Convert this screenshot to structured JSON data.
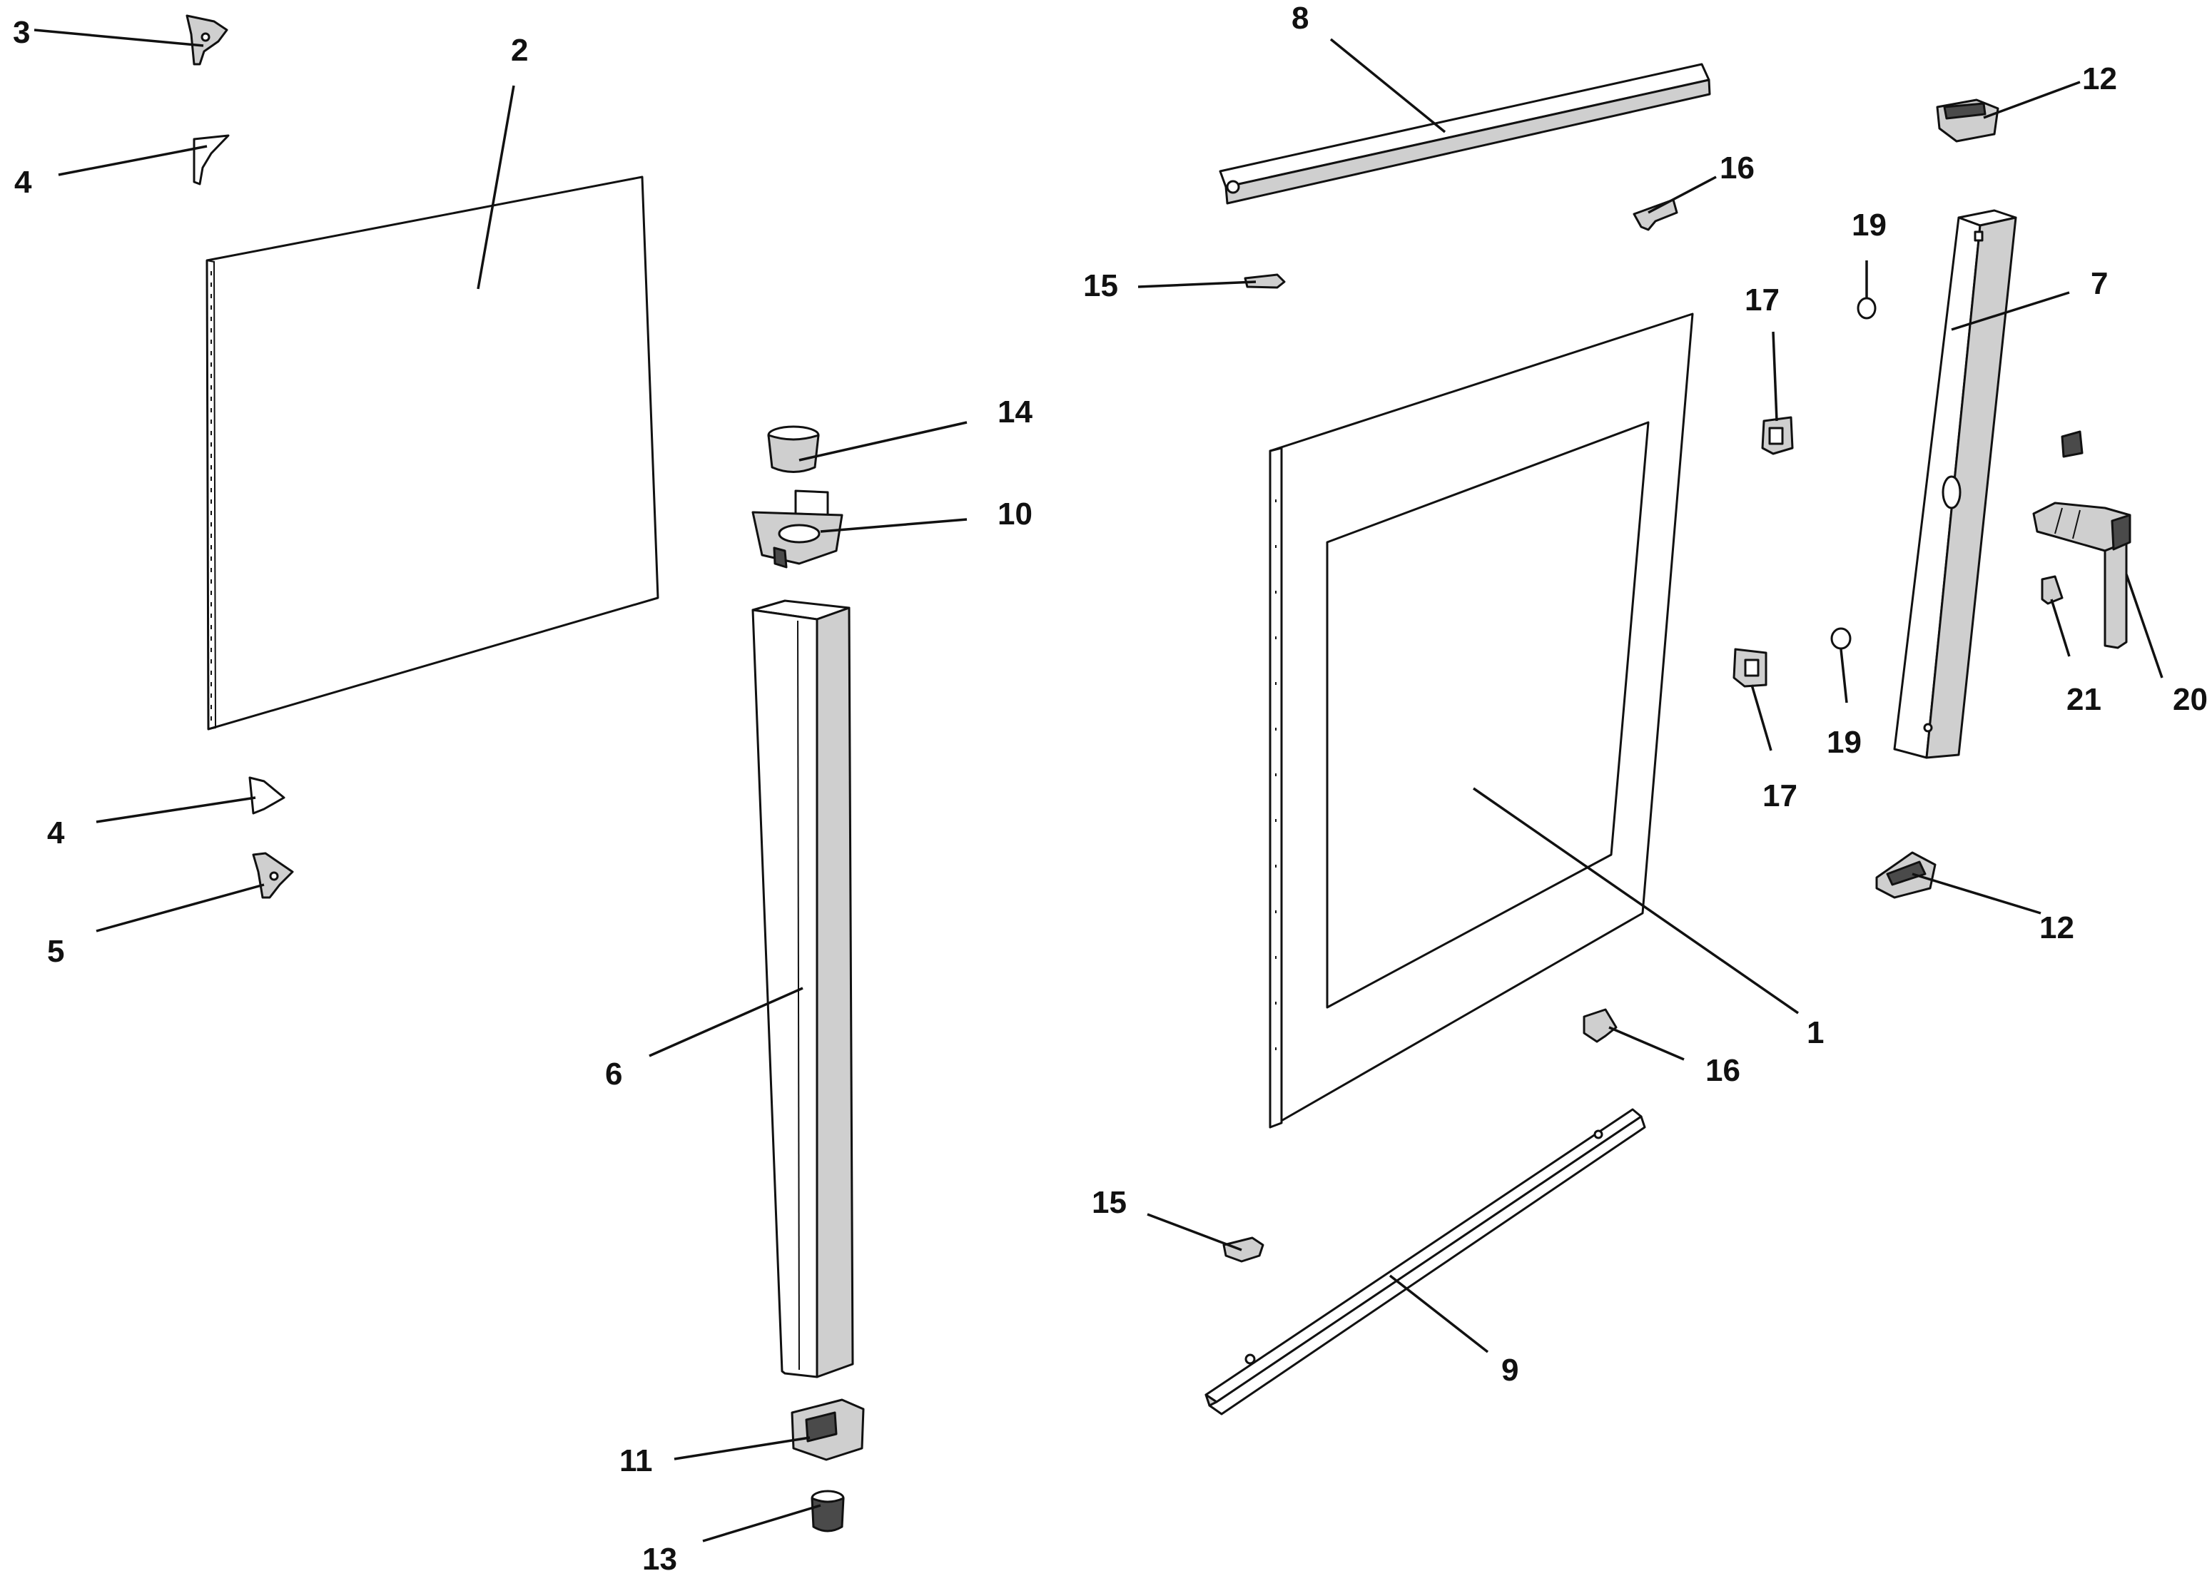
{
  "callouts": [
    {
      "id": "c3",
      "text": "3"
    },
    {
      "id": "c2",
      "text": "2"
    },
    {
      "id": "c4a",
      "text": "4"
    },
    {
      "id": "c4b",
      "text": "4"
    },
    {
      "id": "c5",
      "text": "5"
    },
    {
      "id": "c6",
      "text": "6"
    },
    {
      "id": "c14",
      "text": "14"
    },
    {
      "id": "c10",
      "text": "10"
    },
    {
      "id": "c11",
      "text": "11"
    },
    {
      "id": "c13",
      "text": "13"
    },
    {
      "id": "c8",
      "text": "8"
    },
    {
      "id": "c16a",
      "text": "16"
    },
    {
      "id": "c15a",
      "text": "15"
    },
    {
      "id": "c17a",
      "text": "17"
    },
    {
      "id": "c17b",
      "text": "17"
    },
    {
      "id": "c19a",
      "text": "19"
    },
    {
      "id": "c19b",
      "text": "19"
    },
    {
      "id": "c12a",
      "text": "12"
    },
    {
      "id": "c12b",
      "text": "12"
    },
    {
      "id": "c7",
      "text": "7"
    },
    {
      "id": "c20",
      "text": "20"
    },
    {
      "id": "c21",
      "text": "21"
    },
    {
      "id": "c1",
      "text": "1"
    },
    {
      "id": "c16b",
      "text": "16"
    },
    {
      "id": "c15b",
      "text": "15"
    },
    {
      "id": "c9",
      "text": "9"
    }
  ]
}
